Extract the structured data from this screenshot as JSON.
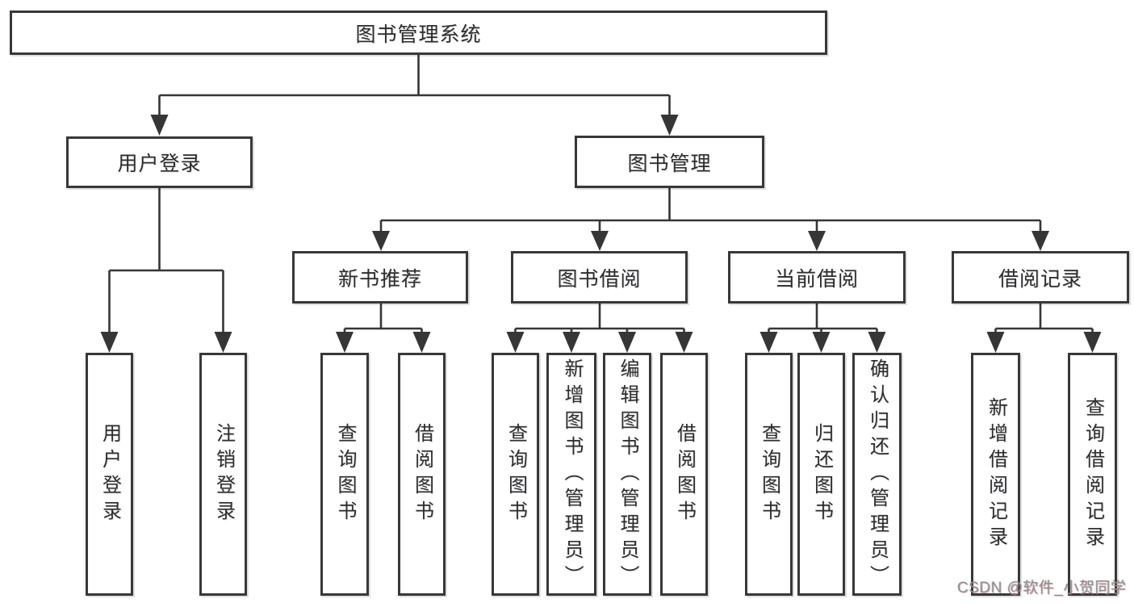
{
  "diagram": {
    "type": "hierarchy-tree",
    "colors": {
      "line": "#363636",
      "border": "#383838",
      "text": "#2d2d2d",
      "background": "#ffffff",
      "watermark": "#8f8f8f"
    }
  },
  "nodes": {
    "root": {
      "label": "图书管理系统"
    },
    "user_login": {
      "label": "用户登录",
      "parent": "图书管理系统"
    },
    "book_mgmt": {
      "label": "图书管理",
      "parent": "图书管理系统"
    },
    "new_book_rec": {
      "label": "新书推荐",
      "parent": "图书管理"
    },
    "book_borrow": {
      "label": "图书借阅",
      "parent": "图书管理"
    },
    "current_borrow": {
      "label": "当前借阅",
      "parent": "图书管理"
    },
    "borrow_record": {
      "label": "借阅记录",
      "parent": "图书管理"
    },
    "leaf_user_login": {
      "label": "用户登录",
      "parent": "用户登录"
    },
    "leaf_logout": {
      "label": "注销登录",
      "parent": "用户登录"
    },
    "leaf_query_book_1": {
      "label": "查询图书",
      "parent": "新书推荐"
    },
    "leaf_borrow_book_1": {
      "label": "借阅图书",
      "parent": "新书推荐"
    },
    "leaf_query_book_2": {
      "label": "查询图书",
      "parent": "图书借阅"
    },
    "leaf_add_book": {
      "label": "新增图书（管理员）",
      "parent": "图书借阅"
    },
    "leaf_edit_book": {
      "label": "编辑图书（管理员）",
      "parent": "图书借阅"
    },
    "leaf_borrow_book_2": {
      "label": "借阅图书",
      "parent": "图书借阅"
    },
    "leaf_query_book_3": {
      "label": "查询图书",
      "parent": "当前借阅"
    },
    "leaf_return_book": {
      "label": "归还图书",
      "parent": "当前借阅"
    },
    "leaf_confirm_return": {
      "label": "确认归还（管理员）",
      "parent": "当前借阅"
    },
    "leaf_add_record": {
      "label": "新增借阅记录",
      "parent": "借阅记录"
    },
    "leaf_query_record": {
      "label": "查询借阅记录",
      "parent": "借阅记录"
    }
  },
  "watermark": {
    "text": "CSDN @软件_小贺同学"
  }
}
